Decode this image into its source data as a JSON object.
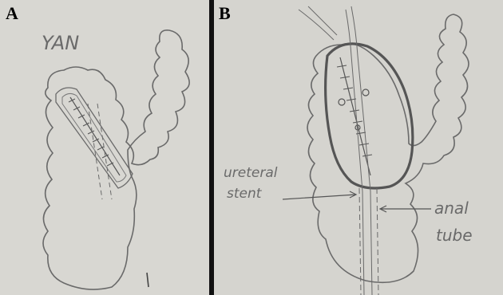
{
  "panels": [
    {
      "letter": "A",
      "handwritten_label": "YAN"
    },
    {
      "letter": "B",
      "labels": {
        "ureteral_stent": [
          "ureteral",
          "stent"
        ],
        "anal_tube": [
          "anal",
          "tube"
        ]
      }
    }
  ],
  "colors": {
    "paper": "#d8d7d2",
    "pencil": "#6a6a6a",
    "divider": "#111111"
  }
}
